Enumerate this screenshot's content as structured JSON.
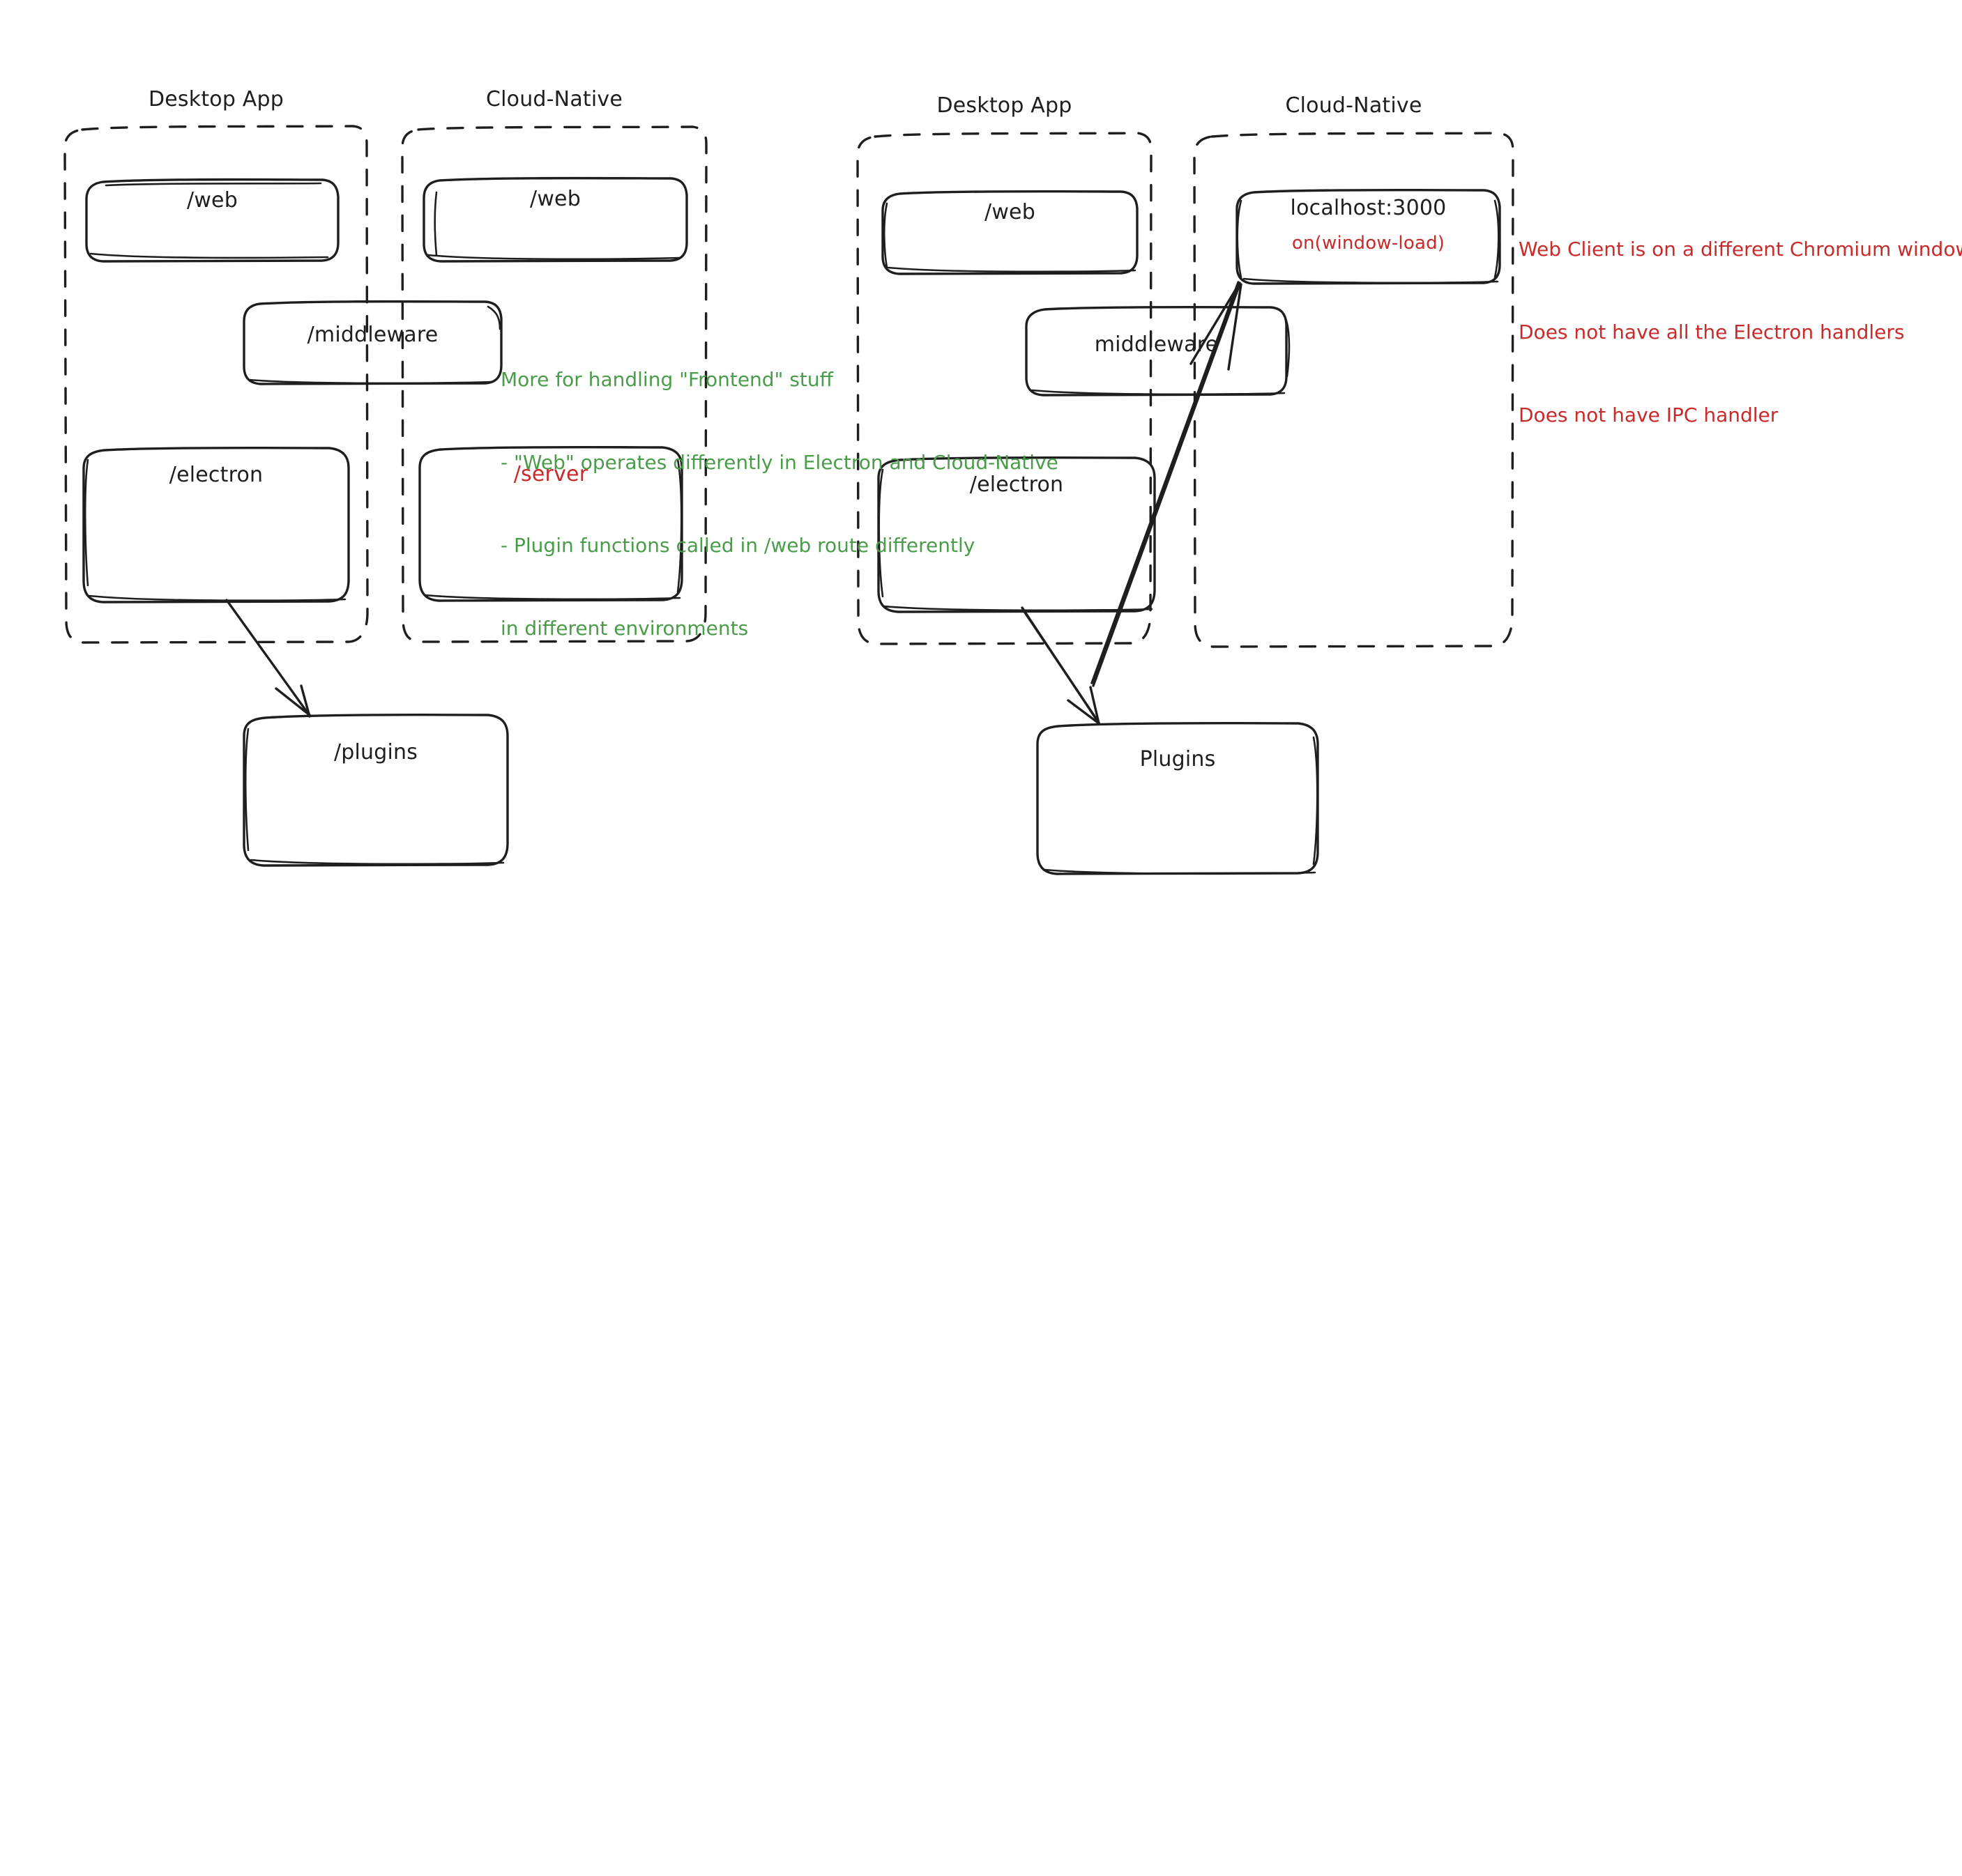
{
  "diagram": {
    "style": "hand-drawn-excalidraw",
    "background": "#ffffff",
    "colors": {
      "stroke": "#1e1e1e",
      "green": "#4a9c4a",
      "red": "#c92a2a"
    },
    "panels": [
      {
        "id": "left",
        "groups": [
          {
            "id": "left-desktop-app",
            "title": "Desktop App",
            "nodes": [
              {
                "id": "left-desktop-web",
                "label": "/web",
                "color": "#1e1e1e"
              },
              {
                "id": "left-middleware",
                "label": "/middleware",
                "color": "#1e1e1e"
              },
              {
                "id": "left-desktop-electron",
                "label": "/electron",
                "color": "#1e1e1e"
              }
            ]
          },
          {
            "id": "left-cloud-native",
            "title": "Cloud-Native",
            "nodes": [
              {
                "id": "left-cloud-web",
                "label": "/web",
                "color": "#1e1e1e"
              },
              {
                "id": "left-cloud-server",
                "label": "/server",
                "color": "#c92a2a"
              }
            ]
          }
        ],
        "outside_nodes": [
          {
            "id": "left-plugins",
            "label": "/plugins",
            "color": "#1e1e1e"
          }
        ],
        "arrows": [
          {
            "id": "left-electron-to-plugins",
            "from": "left-desktop-electron",
            "to": "left-plugins"
          }
        ],
        "annotations": [
          {
            "id": "left-green-note",
            "color": "#4a9c4a",
            "lines": [
              "More for handling \"Frontend\" stuff",
              "- \"Web\" operates differently in Electron and Cloud-Native",
              "- Plugin functions called in /web route differently",
              "in different environments"
            ]
          }
        ]
      },
      {
        "id": "right",
        "groups": [
          {
            "id": "right-desktop-app",
            "title": "Desktop App",
            "nodes": [
              {
                "id": "right-desktop-web",
                "label": "/web",
                "color": "#1e1e1e"
              },
              {
                "id": "right-middleware",
                "label": "middleware",
                "color": "#1e1e1e"
              },
              {
                "id": "right-desktop-electron",
                "label": "/electron",
                "color": "#1e1e1e"
              }
            ]
          },
          {
            "id": "right-cloud-native",
            "title": "Cloud-Native",
            "nodes": [
              {
                "id": "right-localhost",
                "label": "localhost:3000",
                "color": "#1e1e1e",
                "sublabel": "on(window-load)",
                "sublabel_color": "#c92a2a"
              }
            ]
          }
        ],
        "outside_nodes": [
          {
            "id": "right-plugins",
            "label": "Plugins",
            "color": "#1e1e1e"
          }
        ],
        "arrows": [
          {
            "id": "right-electron-to-plugins",
            "from": "right-desktop-electron",
            "to": "right-plugins"
          },
          {
            "id": "right-electron-to-localhost",
            "from": "right-desktop-electron",
            "to": "right-localhost"
          }
        ],
        "annotations": [
          {
            "id": "right-red-note",
            "color": "#c92a2a",
            "lines": [
              "Web Client is on a different Chromium window",
              "Does not have all the Electron handlers",
              "Does not have IPC handler"
            ]
          }
        ]
      }
    ]
  }
}
